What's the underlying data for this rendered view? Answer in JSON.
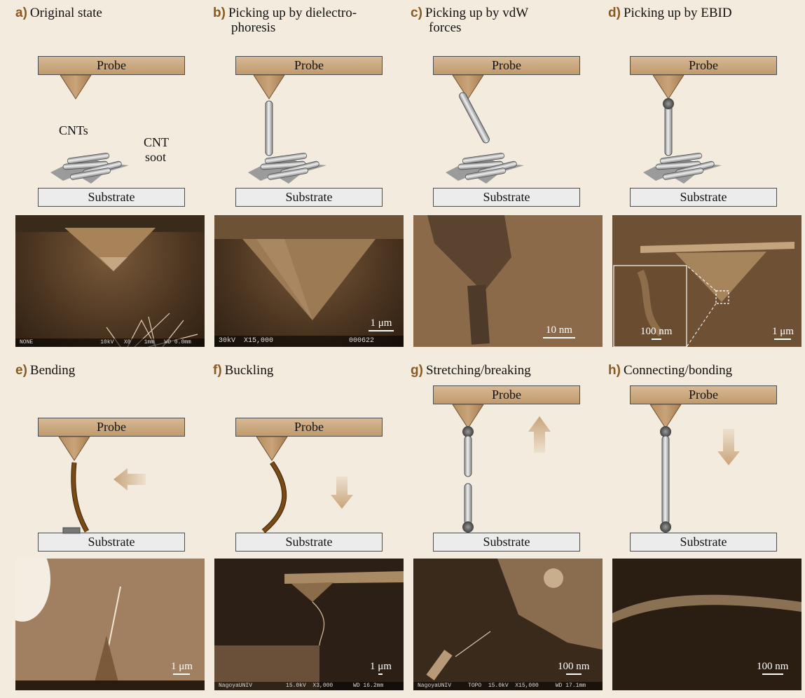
{
  "panels": {
    "a": {
      "letter": "a)",
      "title": "Original state",
      "probe": "Probe",
      "substrate": "Substrate",
      "cnts": "CNTs",
      "soot_line1": "CNT",
      "soot_line2": "soot",
      "sem_footer": "NONE                    10kV   X0    1mm   WD 0.0mm"
    },
    "b": {
      "letter": "b)",
      "title": "Picking up by dielectro-",
      "title_line2": "phoresis",
      "probe": "Probe",
      "substrate": "Substrate",
      "scale": "1 μm",
      "sem_footer": "30kV  X15,000                  000622"
    },
    "c": {
      "letter": "c)",
      "title": "Picking up by vdW",
      "title_line2": "forces",
      "probe": "Probe",
      "substrate": "Substrate",
      "scale": "10 nm"
    },
    "d": {
      "letter": "d)",
      "title": "Picking up by EBID",
      "probe": "Probe",
      "substrate": "Substrate",
      "scale_inset": "100 nm",
      "scale": "1 μm"
    },
    "e": {
      "letter": "e)",
      "title": "Bending",
      "probe": "Probe",
      "substrate": "Substrate",
      "scale": "1 μm"
    },
    "f": {
      "letter": "f)",
      "title": "Buckling",
      "probe": "Probe",
      "substrate": "Substrate",
      "scale": "1 μm",
      "sem_footer": "NagoyaUNIV          15.0kV  X3,000      WD 16.2mm"
    },
    "g": {
      "letter": "g)",
      "title": "Stretching/breaking",
      "probe": "Probe",
      "substrate": "Substrate",
      "scale": "100 nm",
      "sem_footer": "NagoyaUNIV     TOPO  15.0kV  X15,000     WD 17.1mm"
    },
    "h": {
      "letter": "h)",
      "title": "Connecting/bonding",
      "probe": "Probe",
      "substrate": "Substrate",
      "scale": "100 nm"
    }
  },
  "colors": {
    "background": "#f3ebde",
    "probe": "#c5a27a",
    "cnt_bent": "#7a4a14",
    "arrow": "#c9a47a",
    "title_letter": "#8a5a22"
  }
}
